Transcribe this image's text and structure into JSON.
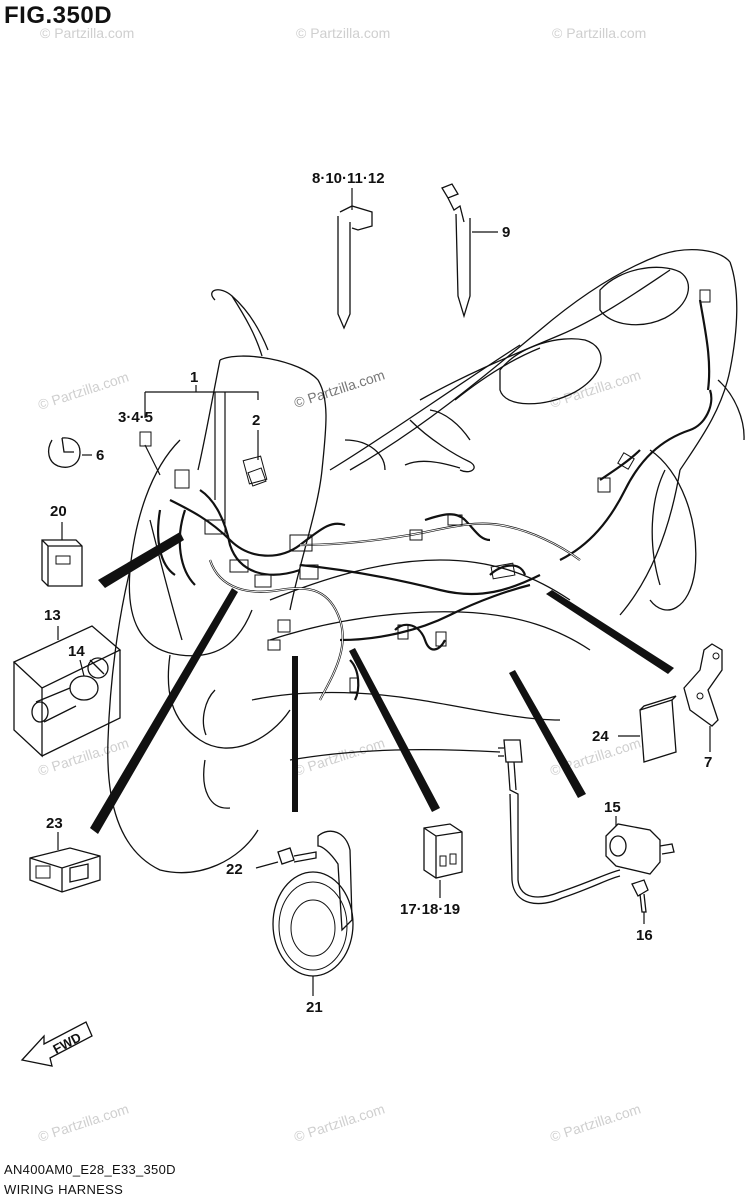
{
  "figure": {
    "title": "FIG.350D",
    "model_code": "AN400AM0_E28_E33_350D",
    "caption": "WIRING HARNESS",
    "watermark": "© Partzilla.com",
    "direction_label": "FWD"
  },
  "callouts": {
    "c1": "1",
    "c2": "2",
    "c345": "3·4·5",
    "c6": "6",
    "c7": "7",
    "c8_12": "8·10·11·12",
    "c9": "9",
    "c13": "13",
    "c14": "14",
    "c15": "15",
    "c16": "16",
    "c17_19": "17·18·19",
    "c20": "20",
    "c21": "21",
    "c22": "22",
    "c23": "23",
    "c24": "24"
  }
}
